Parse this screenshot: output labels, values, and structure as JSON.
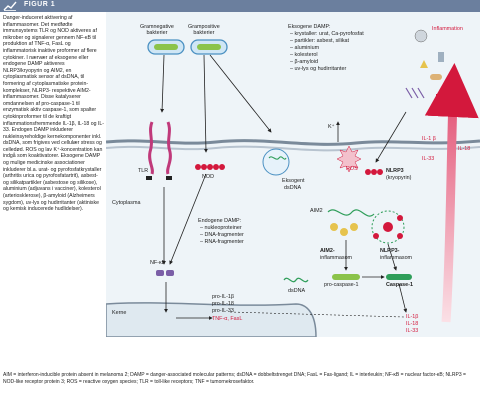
{
  "header": {
    "title": "FIGUR 1"
  },
  "body_text": {
    "p1": "Danger-induceret aktivering af inflammasomer. Det medfødte immunsystems TLR og NOD aktiveres af mikrober og signalerer gennem NF-κB til produktion af TNF-α, FasL og inflammatorisk inaktive proformer af flere cytokiner. I nærvær af eksogene eller endogene DAMP aktiveres NLRP3/kryopyrin og AIM2, en cytoplasmatisk sensor af dsDNA, til formering af cytoplasmatiske protein-komplekser, NLRP3- respektive AIM2-inflammasomer. Disse katalyserer omdannelsen af pro-caspase-1 til enzymatisk aktiv caspase-1, som spalter cytokinproformer til de kraftigt inflammationsfremmende IL-1β, IL-18 og IL-33. Endogen DAMP inkluderer nukleinsyreholdige kernekomponenter inkl. dsDNA, som frigives ved cellulær stress og celledød. ROS og lav K⁺-koncentration kan indgå som koaktivatorer. Eksogene DAMP og mulige medicinske associationer inkluderer bl.a. urat- og pyrofosfatkrystaller (arthritis urica og pyrofosfatartrit), asbest- og silikatpartikler (asbestose og silikose), aluminium (adjuvans i vacciner), kolesterol (arteriosklerose), β-amyloid (Alzheimers sygdom), uv-lys og hudirritanter (aktiniske og kemisk inducerede hudlidelser)."
  },
  "diagram": {
    "gram_negative": "Gramnegative\nbakterier",
    "gram_positive": "Grampositive\nbakterier",
    "tlr": "TLR",
    "nod": "NOD",
    "exogenous_title": "Eksogene DAMP:",
    "exogenous_list": [
      "– krystaller: urat, Ca-pyrofosfat",
      "– partikler: asbest, silikat",
      "– aluminium",
      "– kolesterol",
      "– β-amyloid",
      "– uv-lys og hudirritanter"
    ],
    "k_plus": "K⁺",
    "inflammation": "Inflammation",
    "il1b": "IL-1 β",
    "il18": "IL-18",
    "il33": "IL-33",
    "ros": "ROS",
    "nlrp3_kryopyrin_a": "NLRP3",
    "nlrp3_kryopyrin_b": "(kryopyrin)",
    "exogen_dsdna_a": "Eksogent",
    "exogen_dsdna_b": "dsDNA",
    "cytoplasma": "Cytoplasma",
    "endogenous_title": "Endogene DAMP:",
    "endogenous_list": [
      "– nukleoproteiner",
      "– DNA-fragmenter",
      "– RNA-fragmenter"
    ],
    "aim2": "AIM2",
    "aim2_inflammasome_a": "AIM2-",
    "aim2_inflammasome_b": "inflammasom",
    "nlrp3_inflammasome_a": "NLRP3-",
    "nlrp3_inflammasome_b": "inflammasom",
    "nfkb": "NF-κB",
    "dsdna": "dsDNA",
    "kerne": "Kerne",
    "pro_caspase": "pro-caspase-1",
    "caspase": "Caspase-1",
    "pro_cytokines": [
      "pro-IL-1β",
      "pro-IL-18",
      "pro-IL-33"
    ],
    "tnf_fasl": "TNF-α, FasL",
    "out_cytokines": [
      "IL-1β",
      "IL-18",
      "IL-33"
    ]
  },
  "footer": "AIM = interferon-inducible protein absent in melanoma 2; DAMP = danger-associated molecular patterns; dsDNA = dobbeltstrenget DNA; FasL = Fas-ligand; IL = interleukin; NF-κB = nuclear factor-κB; NLRP3 = NOD-like receptor protein 3; ROS = reactive oxygen species; TLR = toll-like receptors; TNF = tumornekrosefaktor."
}
